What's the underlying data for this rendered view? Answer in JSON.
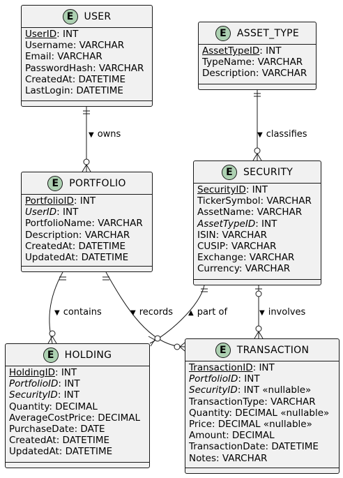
{
  "entities": {
    "user": {
      "badge": "E",
      "name": "USER",
      "attributes": [
        {
          "name": "UserID",
          "type": ": INT",
          "key": "pk"
        },
        {
          "name": "Username",
          "type": ": VARCHAR",
          "key": ""
        },
        {
          "name": "Email",
          "type": ": VARCHAR",
          "key": ""
        },
        {
          "name": "PasswordHash",
          "type": ": VARCHAR",
          "key": ""
        },
        {
          "name": "CreatedAt",
          "type": ": DATETIME",
          "key": ""
        },
        {
          "name": "LastLogin",
          "type": ": DATETIME",
          "key": ""
        }
      ]
    },
    "asset_type": {
      "badge": "E",
      "name": "ASSET_TYPE",
      "attributes": [
        {
          "name": "AssetTypeID",
          "type": ": INT",
          "key": "pk"
        },
        {
          "name": "TypeName",
          "type": ": VARCHAR",
          "key": ""
        },
        {
          "name": "Description",
          "type": ": VARCHAR",
          "key": ""
        }
      ]
    },
    "portfolio": {
      "badge": "E",
      "name": "PORTFOLIO",
      "attributes": [
        {
          "name": "PortfolioID",
          "type": ": INT",
          "key": "pk"
        },
        {
          "name": "UserID",
          "type": ": INT",
          "key": "fk"
        },
        {
          "name": "PortfolioName",
          "type": ": VARCHAR",
          "key": ""
        },
        {
          "name": "Description",
          "type": ": VARCHAR",
          "key": ""
        },
        {
          "name": "CreatedAt",
          "type": ": DATETIME",
          "key": ""
        },
        {
          "name": "UpdatedAt",
          "type": ": DATETIME",
          "key": ""
        }
      ]
    },
    "security": {
      "badge": "E",
      "name": "SECURITY",
      "attributes": [
        {
          "name": "SecurityID",
          "type": ": INT",
          "key": "pk"
        },
        {
          "name": "TickerSymbol",
          "type": ": VARCHAR",
          "key": ""
        },
        {
          "name": "AssetName",
          "type": ": VARCHAR",
          "key": ""
        },
        {
          "name": "AssetTypeID",
          "type": ": INT",
          "key": "fk"
        },
        {
          "name": "ISIN",
          "type": ": VARCHAR",
          "key": ""
        },
        {
          "name": "CUSIP",
          "type": ": VARCHAR",
          "key": ""
        },
        {
          "name": "Exchange",
          "type": ": VARCHAR",
          "key": ""
        },
        {
          "name": "Currency",
          "type": ": VARCHAR",
          "key": ""
        }
      ]
    },
    "holding": {
      "badge": "E",
      "name": "HOLDING",
      "attributes": [
        {
          "name": "HoldingID",
          "type": ": INT",
          "key": "pk"
        },
        {
          "name": "PortfolioID",
          "type": ": INT",
          "key": "fk"
        },
        {
          "name": "SecurityID",
          "type": ": INT",
          "key": "fk"
        },
        {
          "name": "Quantity",
          "type": ": DECIMAL",
          "key": ""
        },
        {
          "name": "AverageCostPrice",
          "type": ": DECIMAL",
          "key": ""
        },
        {
          "name": "PurchaseDate",
          "type": ": DATE",
          "key": ""
        },
        {
          "name": "CreatedAt",
          "type": ": DATETIME",
          "key": ""
        },
        {
          "name": "UpdatedAt",
          "type": ": DATETIME",
          "key": ""
        }
      ]
    },
    "transaction": {
      "badge": "E",
      "name": "TRANSACTION",
      "attributes": [
        {
          "name": "TransactionID",
          "type": ": INT",
          "key": "pk"
        },
        {
          "name": "PortfolioID",
          "type": ": INT",
          "key": "fk"
        },
        {
          "name": "SecurityID",
          "type": ": INT «nullable»",
          "key": "fk"
        },
        {
          "name": "TransactionType",
          "type": ": VARCHAR",
          "key": ""
        },
        {
          "name": "Quantity",
          "type": ": DECIMAL «nullable»",
          "key": ""
        },
        {
          "name": "Price",
          "type": ": DECIMAL «nullable»",
          "key": ""
        },
        {
          "name": "Amount",
          "type": ": DECIMAL",
          "key": ""
        },
        {
          "name": "TransactionDate",
          "type": ": DATETIME",
          "key": ""
        },
        {
          "name": "Notes",
          "type": ": VARCHAR",
          "key": ""
        }
      ]
    }
  },
  "relationships": [
    {
      "id": "owns",
      "label": "owns",
      "arrow": "▼",
      "from": "USER",
      "to": "PORTFOLIO",
      "from_card": "exactly-one",
      "to_card": "zero-or-many"
    },
    {
      "id": "classifies",
      "label": "classifies",
      "arrow": "▼",
      "from": "ASSET_TYPE",
      "to": "SECURITY",
      "from_card": "exactly-one",
      "to_card": "zero-or-many"
    },
    {
      "id": "contains",
      "label": "contains",
      "arrow": "▼",
      "from": "PORTFOLIO",
      "to": "HOLDING",
      "from_card": "exactly-one",
      "to_card": "zero-or-many"
    },
    {
      "id": "records",
      "label": "records",
      "arrow": "▼",
      "from": "PORTFOLIO",
      "to": "TRANSACTION",
      "from_card": "exactly-one",
      "to_card": "zero-or-many"
    },
    {
      "id": "part-of",
      "label": "part of",
      "arrow": "▲",
      "from": "SECURITY",
      "to": "HOLDING",
      "from_card": "exactly-one",
      "to_card": "zero-or-many"
    },
    {
      "id": "involves",
      "label": "involves",
      "arrow": "▼",
      "from": "SECURITY",
      "to": "TRANSACTION",
      "from_card": "zero-or-one",
      "to_card": "zero-or-many"
    }
  ],
  "colors": {
    "entity_fill": "#F1F1F1",
    "badge_fill": "#ADD1B2",
    "border": "#181818"
  }
}
